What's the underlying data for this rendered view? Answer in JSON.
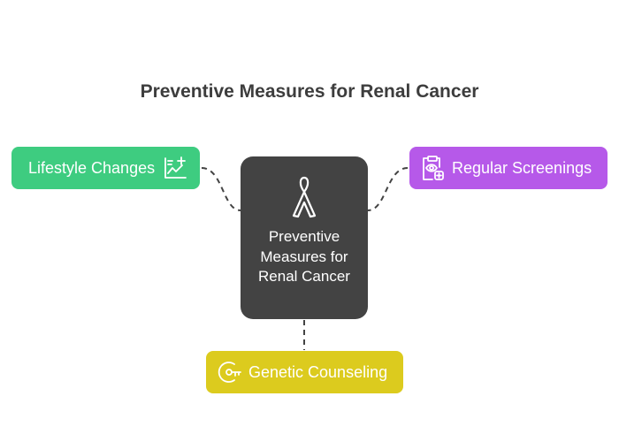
{
  "title": "Preventive Measures for Renal Cancer",
  "center": {
    "label": "Preventive Measures for Renal Cancer",
    "icon": "awareness-ribbon-icon"
  },
  "nodes": [
    {
      "id": "lifestyle",
      "label": "Lifestyle Changes",
      "icon": "chart-plus-icon",
      "color": "#3ecc80"
    },
    {
      "id": "screenings",
      "label": "Regular Screenings",
      "icon": "clipboard-eye-icon",
      "color": "#b659e9"
    },
    {
      "id": "genetic",
      "label": "Genetic Counseling",
      "icon": "dna-key-icon",
      "color": "#dccb1e"
    }
  ]
}
